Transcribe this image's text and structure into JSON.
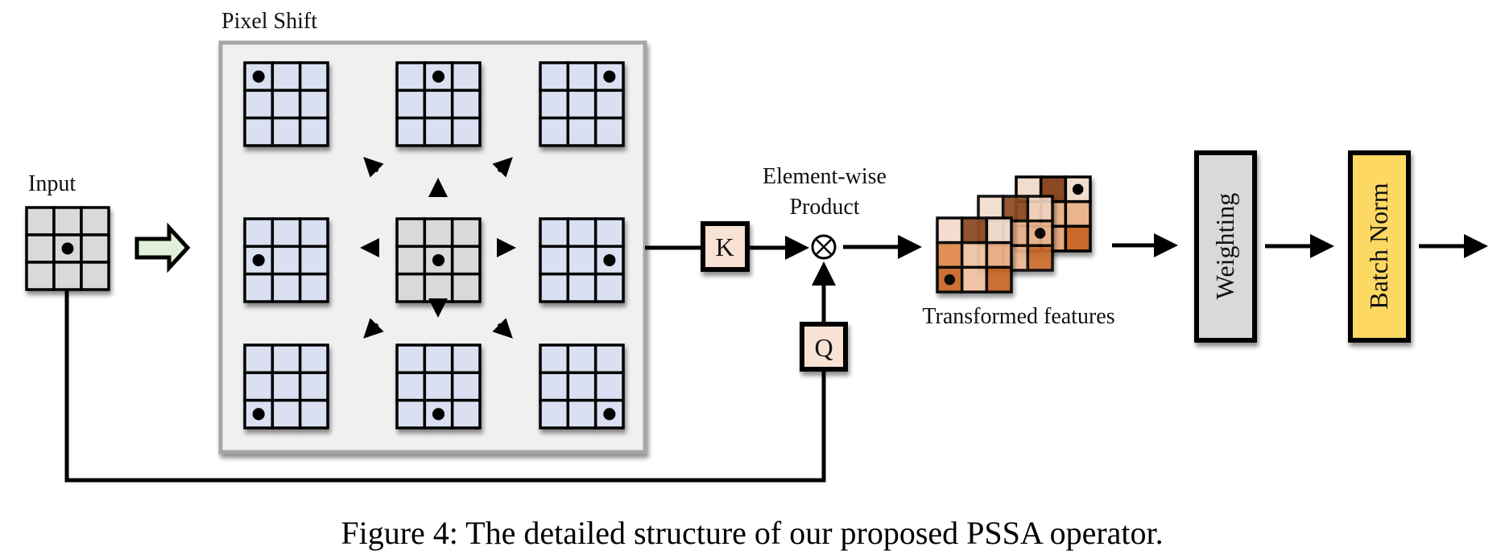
{
  "labels": {
    "input": "Input",
    "pixel_shift": "Pixel Shift",
    "element_wise_line1": "Element-wise",
    "element_wise_line2": "Product",
    "k": "K",
    "q": "Q",
    "transformed_features": "Transformed features",
    "weighting": "Weighting",
    "batch_norm": "Batch Norm"
  },
  "caption": "Figure 4: The detailed structure of our proposed PSSA operator.",
  "operator_symbol": "⊗",
  "input_grid": {
    "size": 3,
    "dot": [
      1,
      1
    ]
  },
  "pixel_shift": {
    "center": {
      "dot": [
        1,
        1
      ]
    },
    "shifts": [
      {
        "direction": "up-left",
        "dot": [
          0,
          0
        ]
      },
      {
        "direction": "up",
        "dot": [
          0,
          1
        ]
      },
      {
        "direction": "up-right",
        "dot": [
          0,
          2
        ]
      },
      {
        "direction": "left",
        "dot": [
          1,
          0
        ]
      },
      {
        "direction": "right",
        "dot": [
          1,
          2
        ]
      },
      {
        "direction": "down-left",
        "dot": [
          2,
          0
        ]
      },
      {
        "direction": "down",
        "dot": [
          2,
          1
        ]
      },
      {
        "direction": "down-right",
        "dot": [
          2,
          2
        ]
      }
    ]
  },
  "transformed_features": [
    {
      "layer": "back",
      "dot": [
        0,
        2
      ],
      "cells": [
        "#f2dccc",
        "#8b4a22",
        "#f2dccc",
        "#eab48f",
        "#eab48f",
        "#eab48f",
        "#e8aa80",
        "#e8aa80",
        "#c96b2c"
      ]
    },
    {
      "layer": "middle",
      "dot": [
        1,
        2
      ],
      "cells": [
        "#f2dccc",
        "#8b4a22",
        "#f0d2bd",
        "#eab48f",
        "#eab48f",
        "#eab48f",
        "#eab48f",
        "#eab48f",
        "#c96b2c"
      ]
    },
    {
      "layer": "front",
      "dot": [
        2,
        0
      ],
      "cells": [
        "#f2dccc",
        "#8e4c26",
        "#eedbcc",
        "#e08a4c",
        "#f0c4a4",
        "#eab08a",
        "#c96a2a",
        "#f0c0a0",
        "#c9682a"
      ]
    }
  ],
  "colors": {
    "input_grid_fill": "#d9d9d9",
    "shifted_grid_fill": "#dae0f2",
    "panel_fill": "#f0f0f0",
    "panel_border": "#a6a6a6",
    "hollow_arrow_fill": "#e2efd9",
    "kq_fill": "#f8e2d4",
    "weighting_fill": "#d9d9d9",
    "batch_norm_fill": "#fdd864"
  }
}
